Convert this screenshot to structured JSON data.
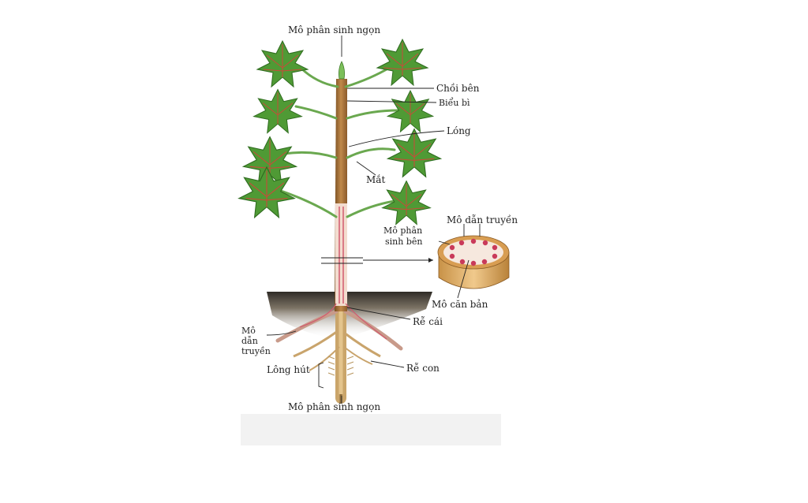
{
  "labels": {
    "apical_meristem_top": "Mô phân sinh ngọn",
    "lateral_bud": "Chồi bên",
    "epidermis": "Biểu bì",
    "internode": "Lóng",
    "node": "Mắt",
    "vascular_tissue_section": "Mô dẫn truyền",
    "lateral_meristem_line1": "Mô phân",
    "lateral_meristem_line2": "sinh bên",
    "ground_tissue": "Mô căn bản",
    "taproot": "Rễ cái",
    "vascular_tissue_root_line1": "Mô",
    "vascular_tissue_root_line2": "dẫn",
    "vascular_tissue_root_line3": "truyền",
    "root_hairs": "Lông hút",
    "lateral_root": "Rễ con",
    "apical_meristem_bottom": "Mô phân sinh ngọn"
  },
  "colors": {
    "leaf": "#4f9a35",
    "stem": "#a8763e",
    "vascular": "#c94a6a",
    "soil": "#3e3a33",
    "cross_section_side": "#d9a860"
  }
}
